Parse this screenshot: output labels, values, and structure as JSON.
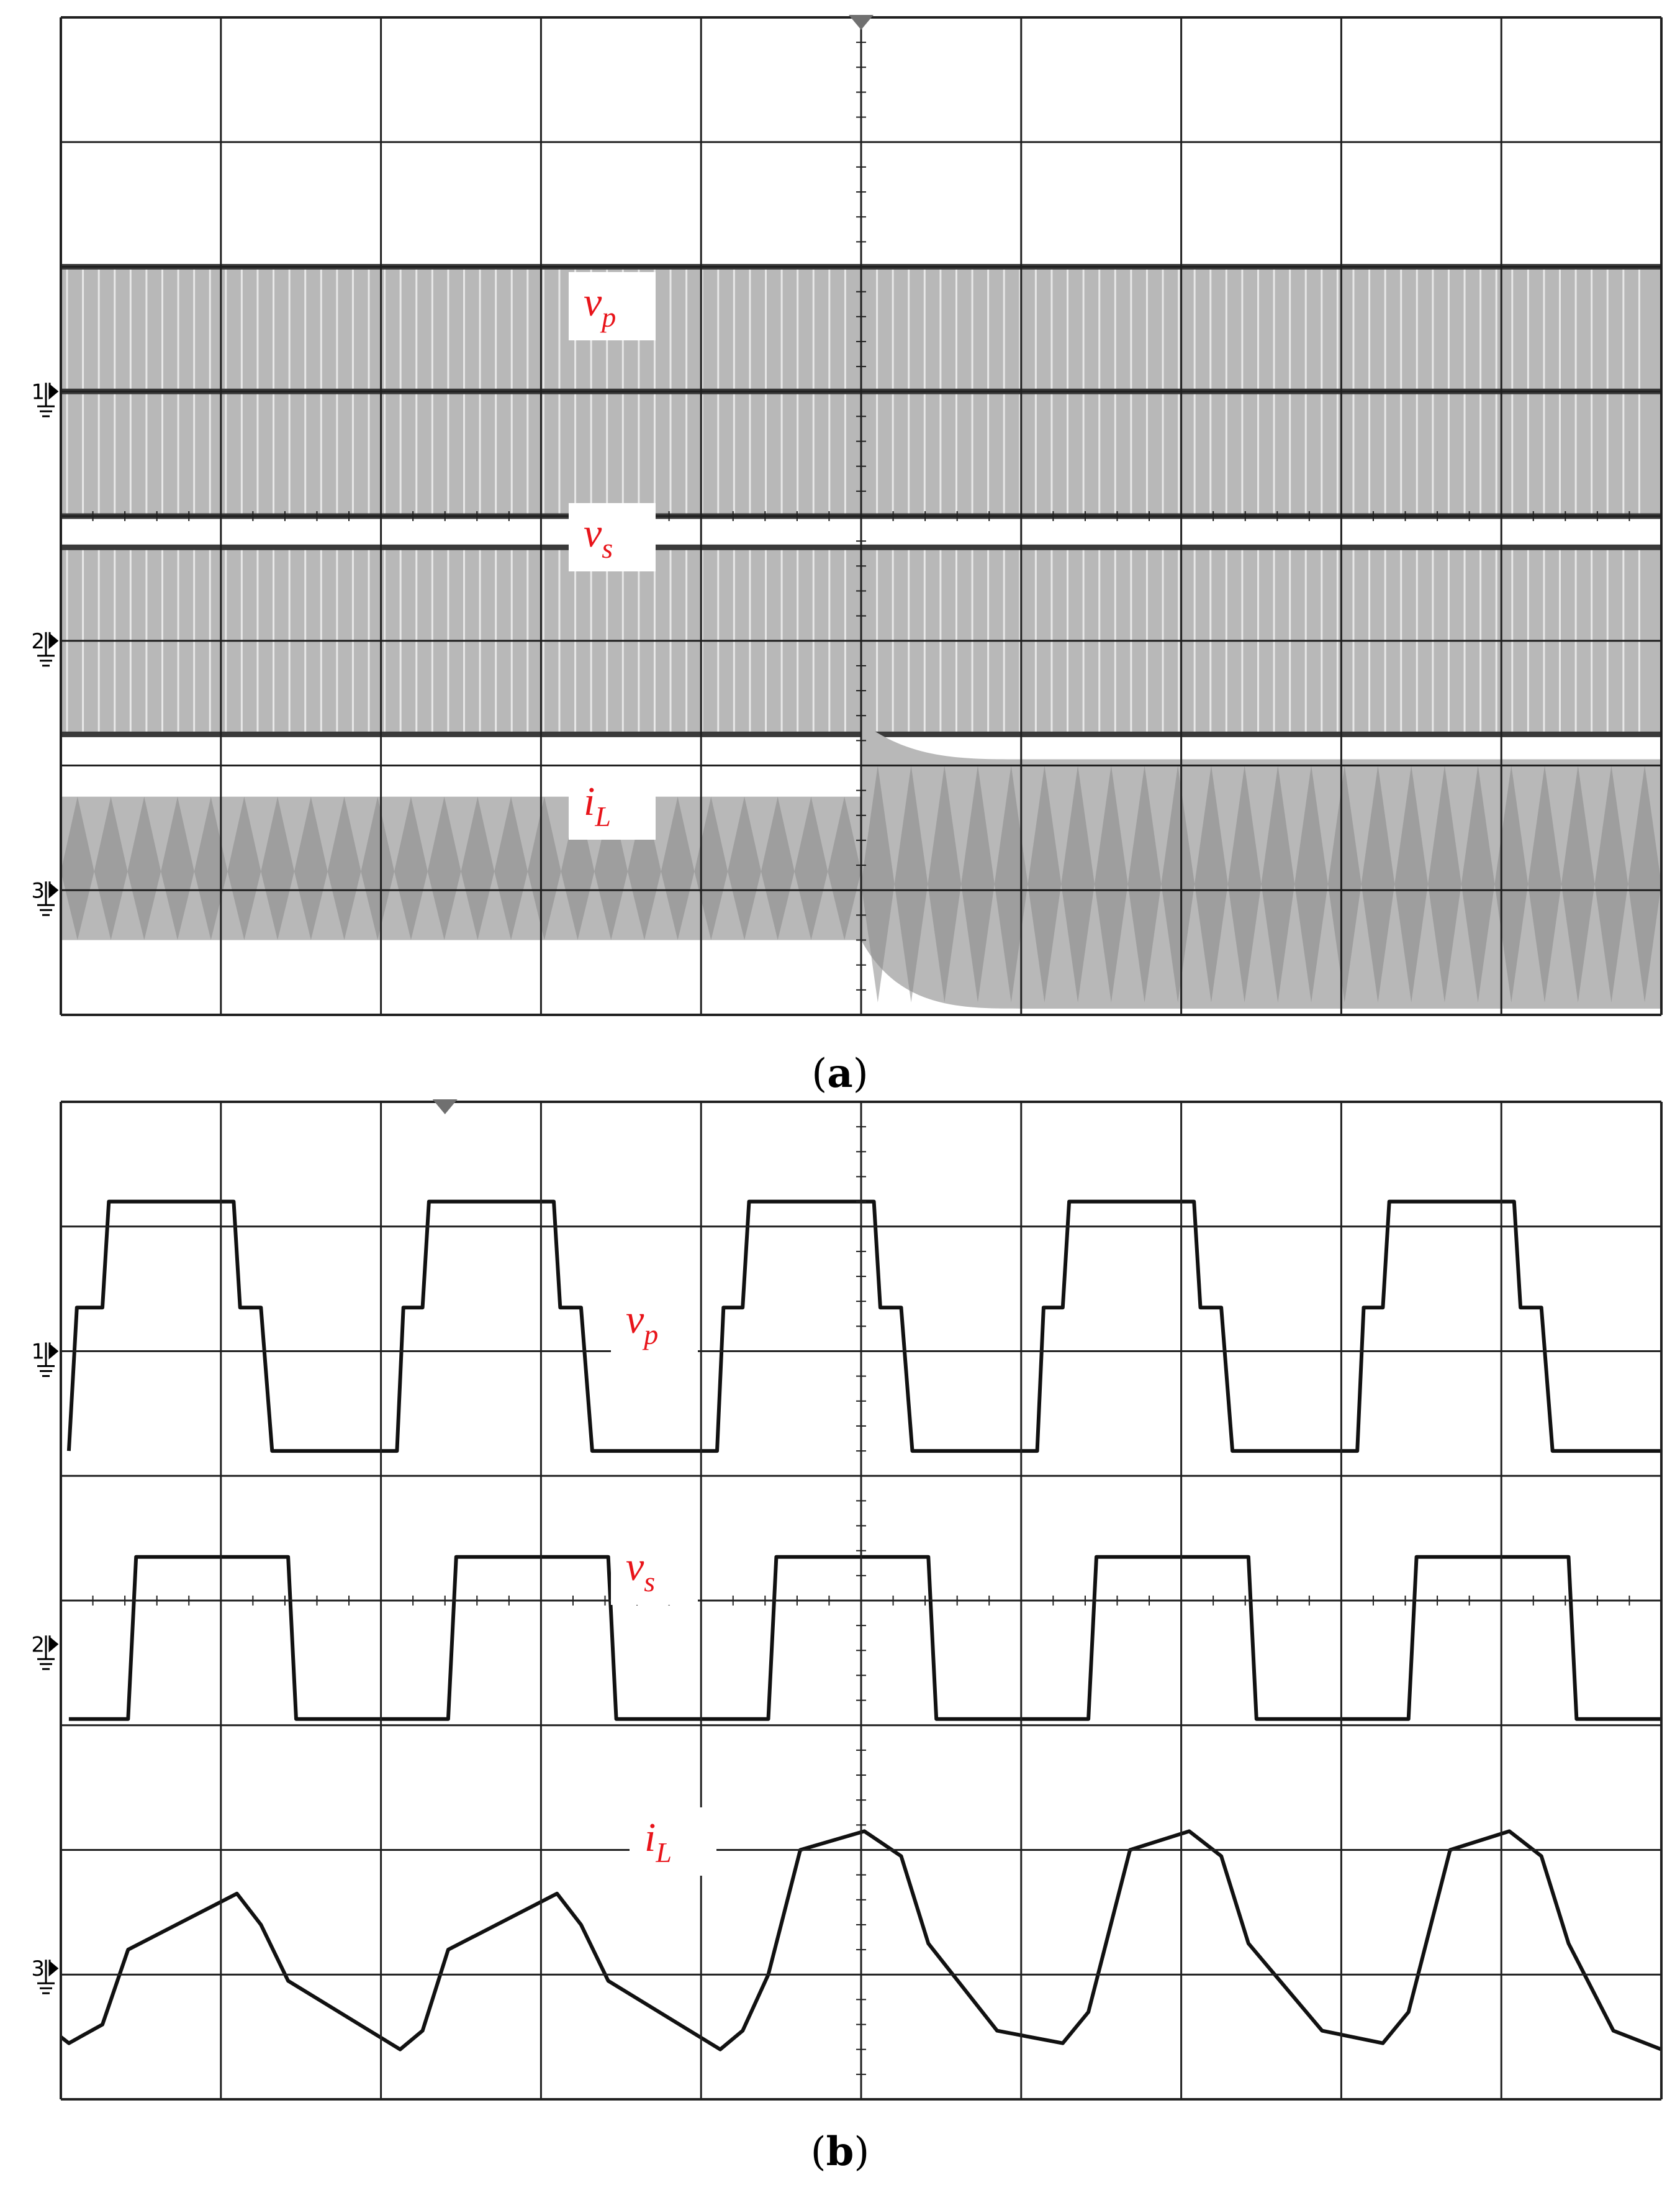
{
  "figure": {
    "panels": [
      {
        "caption": "a",
        "channels": [
          {
            "marker": "1",
            "label": "v",
            "subscript": "p"
          },
          {
            "marker": "2",
            "label": "v",
            "subscript": "s"
          },
          {
            "marker": "3",
            "label": "i",
            "subscript": "L"
          }
        ]
      },
      {
        "caption": "b",
        "channels": [
          {
            "marker": "1",
            "label": "v",
            "subscript": "p"
          },
          {
            "marker": "2",
            "label": "v",
            "subscript": "s"
          },
          {
            "marker": "3",
            "label": "i",
            "subscript": "L"
          }
        ]
      }
    ]
  },
  "colors": {
    "grid": "#202020",
    "trace": "#111111",
    "dense_fill": "#b8b8b8",
    "dense_fill_dark": "#888888",
    "signal_label": "#e8141a"
  },
  "chart_data": [
    {
      "type": "line",
      "panel": "a",
      "description_in_image": "oscilloscope capture, compressed time base, load step at center",
      "grid": {
        "x_divisions": 10,
        "y_divisions": 8
      },
      "trigger_time_div": 5.0,
      "series": [
        {
          "name": "v_p",
          "channel": 1,
          "ground_div": 5.0,
          "levels_div": [
            -1.0,
            0.0,
            1.0
          ],
          "envelope_before_step_div": [
            -1.0,
            1.0
          ],
          "envelope_after_step_div": [
            -1.0,
            1.0
          ]
        },
        {
          "name": "v_s",
          "channel": 2,
          "ground_div": 3.0,
          "levels_div": [
            -0.75,
            0.75
          ],
          "envelope_before_step_div": [
            -0.75,
            0.75
          ],
          "envelope_after_step_div": [
            -0.75,
            0.75
          ]
        },
        {
          "name": "i_L",
          "channel": 3,
          "ground_div": 1.0,
          "envelope_before_step_div": [
            -0.4,
            0.75
          ],
          "envelope_after_step_div": [
            -0.95,
            1.05
          ],
          "step_overshoot_div": 1.35
        }
      ]
    },
    {
      "type": "line",
      "panel": "b",
      "description_in_image": "oscilloscope capture, expanded time base",
      "grid": {
        "x_divisions": 10,
        "y_divisions": 8
      },
      "series": [
        {
          "name": "v_p",
          "channel": 1,
          "ground_div": 6.0,
          "x": [
            0.05,
            0.1,
            0.26,
            0.3,
            1.08,
            1.12,
            1.25,
            1.32,
            1.4,
            2.1,
            2.14,
            2.26,
            2.3,
            3.08,
            3.12,
            3.25,
            3.32,
            3.4,
            4.1,
            4.14,
            4.26,
            4.3,
            5.08,
            5.12,
            5.25,
            5.32,
            5.4,
            6.1,
            6.14,
            6.26,
            6.3,
            7.08,
            7.12,
            7.25,
            7.32,
            7.4,
            8.1,
            8.14,
            8.26,
            8.3,
            9.08,
            9.12,
            9.25,
            9.32,
            9.4,
            10.0
          ],
          "y": [
            -0.8,
            0.35,
            0.35,
            1.2,
            1.2,
            0.35,
            0.35,
            -0.8,
            -0.8,
            -0.8,
            0.35,
            0.35,
            1.2,
            1.2,
            0.35,
            0.35,
            -0.8,
            -0.8,
            -0.8,
            0.35,
            0.35,
            1.2,
            1.2,
            0.35,
            0.35,
            -0.8,
            -0.8,
            -0.8,
            0.35,
            0.35,
            1.2,
            1.2,
            0.35,
            0.35,
            -0.8,
            -0.8,
            -0.8,
            0.35,
            0.35,
            1.2,
            1.2,
            0.35,
            0.35,
            -0.8,
            -0.8,
            -0.8
          ]
        },
        {
          "name": "v_s",
          "channel": 2,
          "ground_div": 3.65,
          "x": [
            0.05,
            0.42,
            0.47,
            1.42,
            1.47,
            2.42,
            2.47,
            3.42,
            3.47,
            4.42,
            4.47,
            5.42,
            5.47,
            6.42,
            6.47,
            7.42,
            7.47,
            8.42,
            8.47,
            9.42,
            9.47,
            10.0
          ],
          "y": [
            -0.6,
            -0.6,
            0.7,
            0.7,
            -0.6,
            -0.6,
            0.7,
            0.7,
            -0.6,
            -0.6,
            0.7,
            0.7,
            -0.6,
            -0.6,
            0.7,
            0.7,
            -0.6,
            -0.6,
            0.7,
            0.7,
            -0.6,
            -0.6
          ]
        },
        {
          "name": "i_L",
          "channel": 3,
          "ground_div": 1.05,
          "x": [
            0.0,
            0.05,
            0.26,
            0.42,
            1.1,
            1.25,
            1.42,
            2.12,
            2.26,
            2.42,
            3.1,
            3.25,
            3.42,
            4.12,
            4.26,
            4.42,
            4.62,
            5.02,
            5.25,
            5.42,
            5.85,
            6.26,
            6.42,
            6.68,
            7.05,
            7.25,
            7.42,
            7.88,
            8.26,
            8.42,
            8.68,
            9.05,
            9.25,
            9.42,
            9.7,
            10.0
          ],
          "y": [
            -0.55,
            -0.6,
            -0.45,
            0.15,
            0.6,
            0.35,
            -0.1,
            -0.65,
            -0.5,
            0.15,
            0.6,
            0.35,
            -0.1,
            -0.65,
            -0.5,
            -0.05,
            0.95,
            1.1,
            0.9,
            0.2,
            -0.5,
            -0.6,
            -0.35,
            0.95,
            1.1,
            0.9,
            0.2,
            -0.5,
            -0.6,
            -0.35,
            0.95,
            1.1,
            0.9,
            0.2,
            -0.5,
            -0.65
          ]
        }
      ]
    }
  ]
}
